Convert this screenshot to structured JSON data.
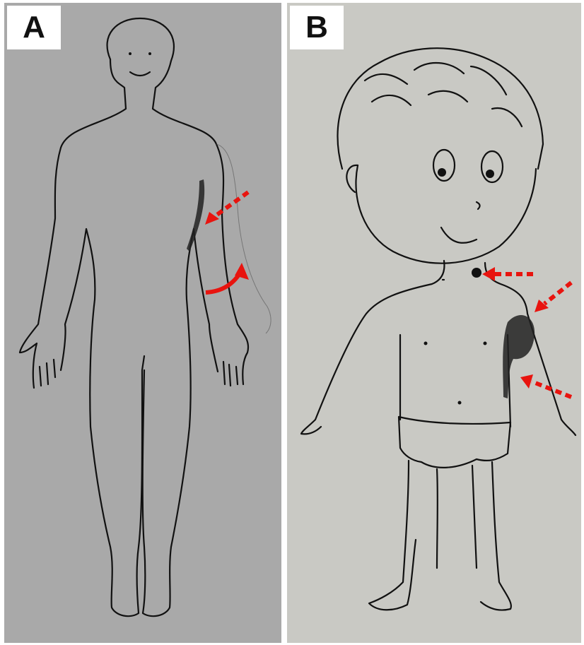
{
  "panels": [
    {
      "label": "A"
    },
    {
      "label": "B"
    }
  ],
  "colors": {
    "annotation_arrow": "#e8140f",
    "panel_a_background": "#a9a9a9",
    "panel_b_background": "#c9c9c4",
    "line_art": "#111111"
  },
  "figure": "adult-body-outline-and-child-cartoon-with-shaded-lesions"
}
